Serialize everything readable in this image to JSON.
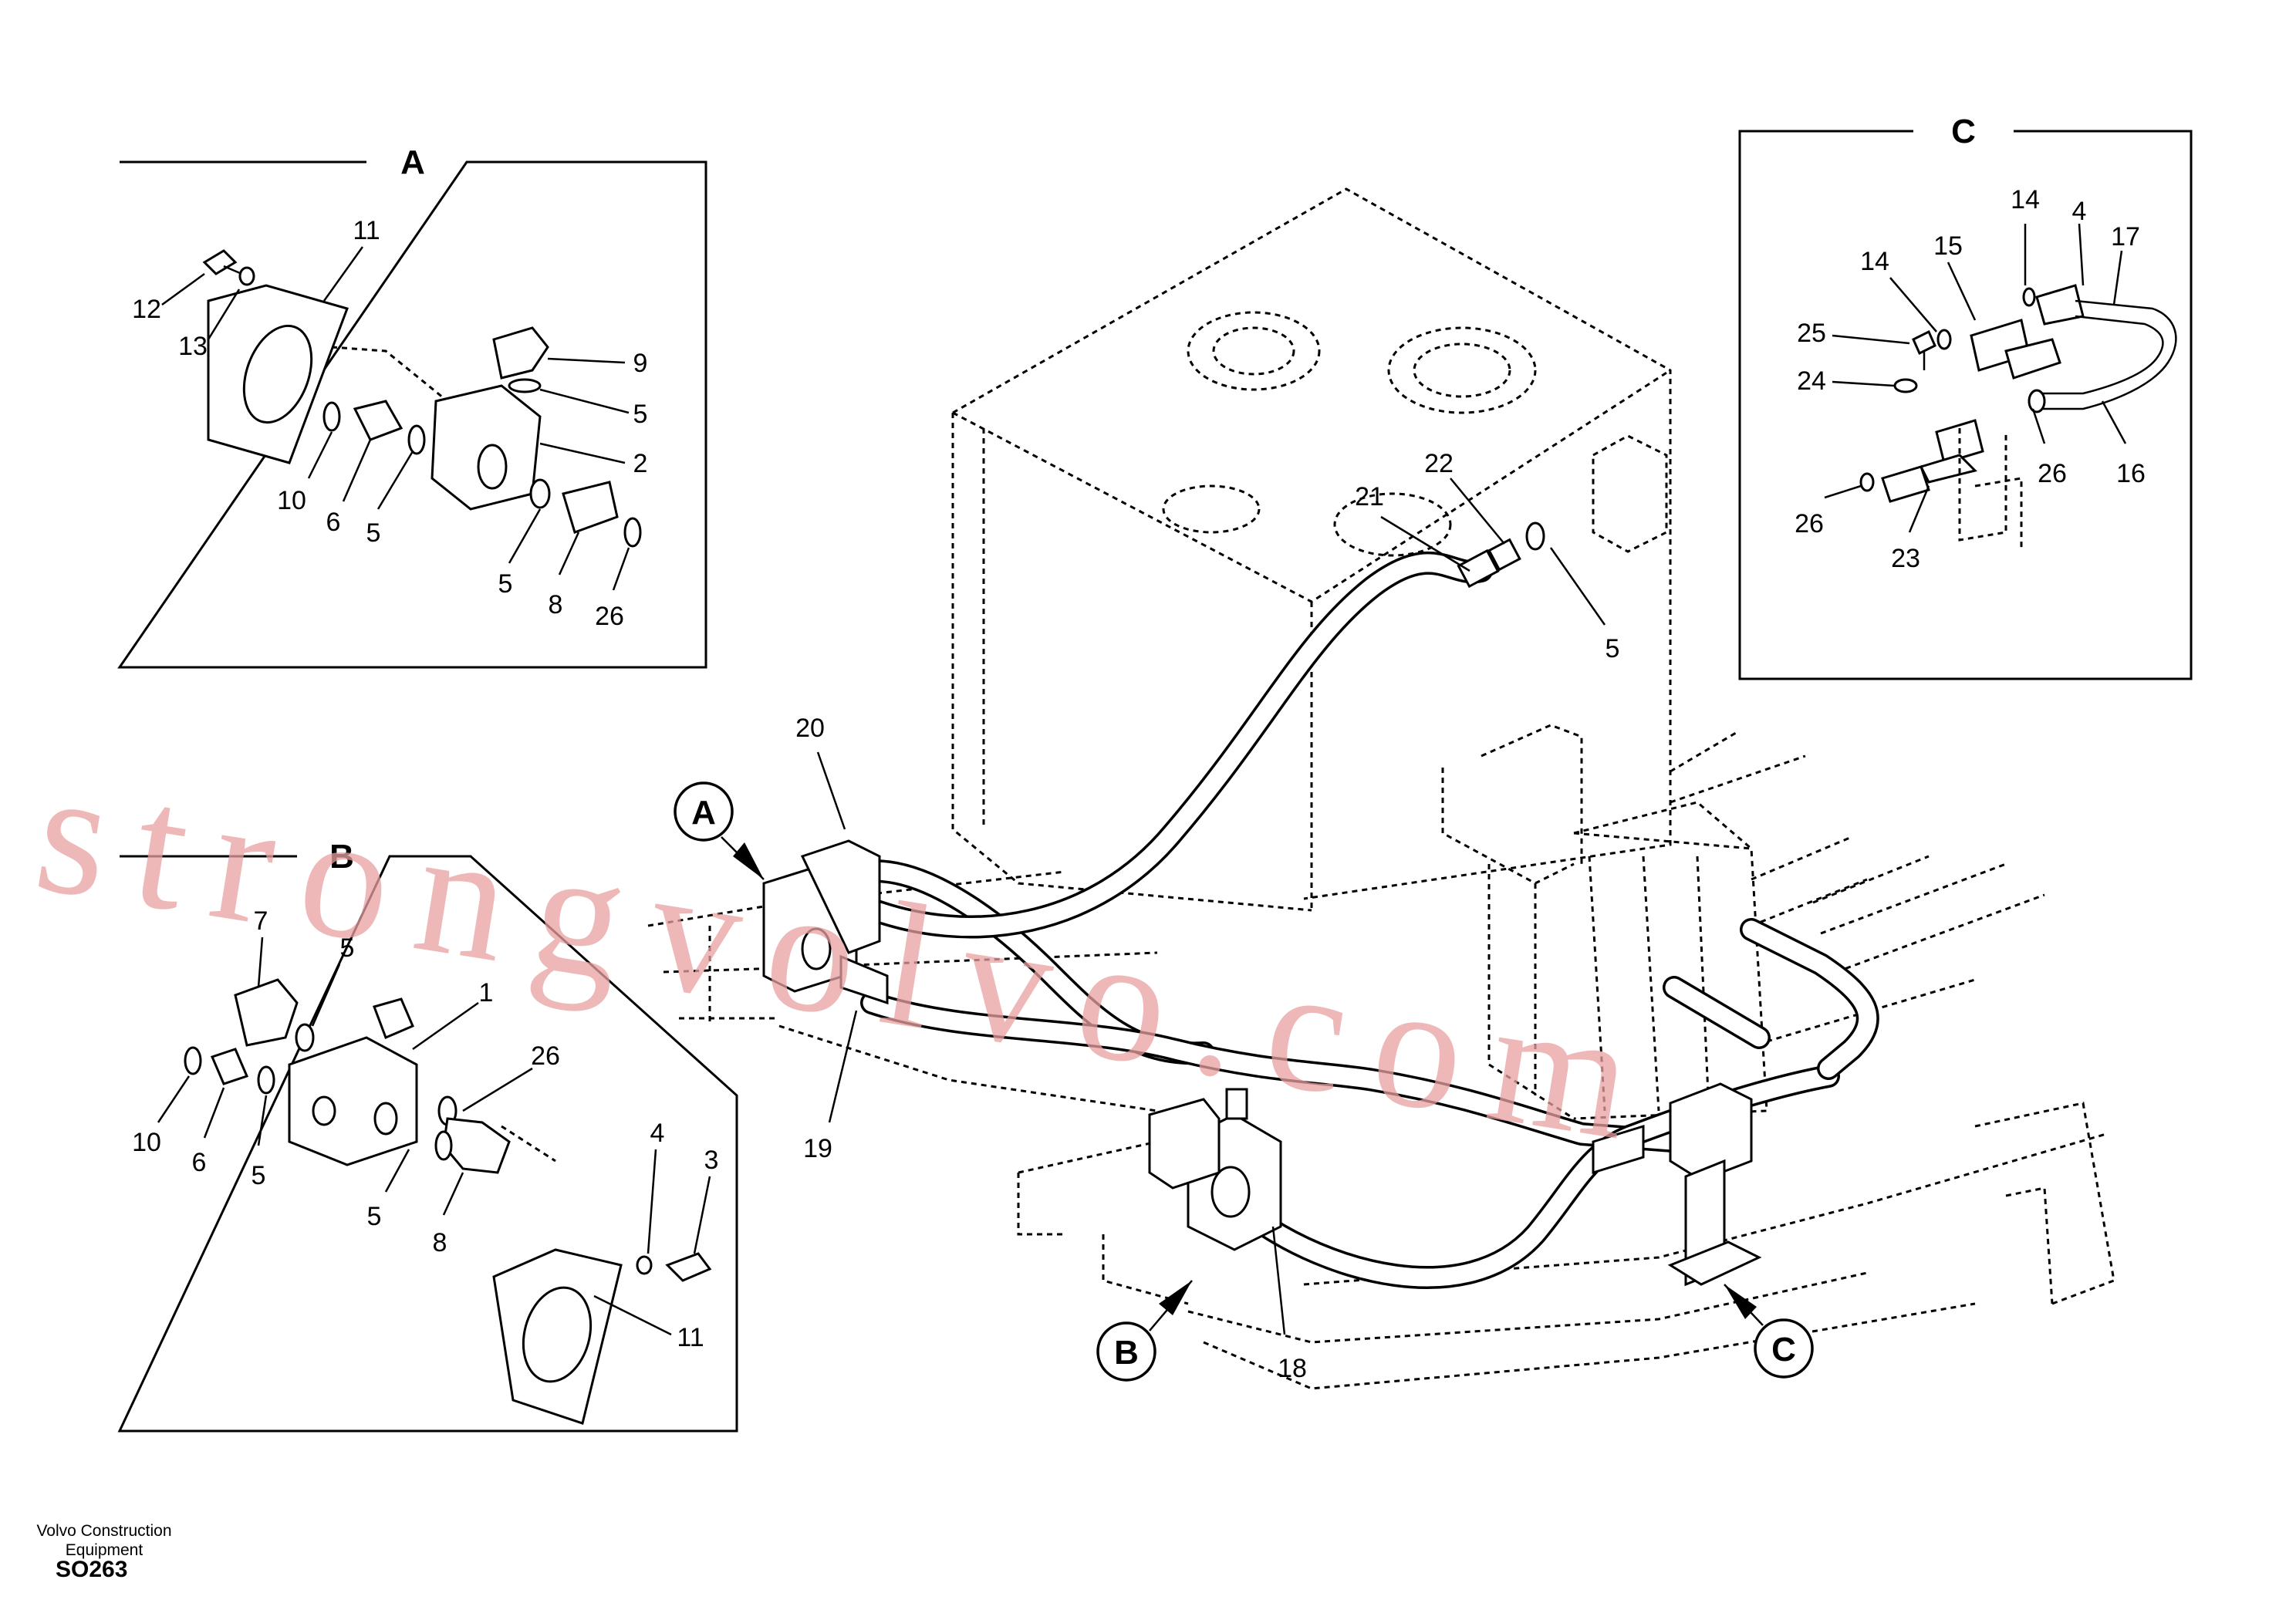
{
  "detail_views": {
    "A": {
      "title": "A",
      "callouts": [
        "11",
        "12",
        "13",
        "9",
        "5",
        "2",
        "10",
        "6",
        "5",
        "5",
        "8",
        "26"
      ]
    },
    "B": {
      "title": "B",
      "callouts": [
        "7",
        "5",
        "1",
        "26",
        "10",
        "6",
        "5",
        "5",
        "8",
        "4",
        "3",
        "11"
      ]
    },
    "C": {
      "title": "C",
      "callouts": [
        "14",
        "4",
        "17",
        "14",
        "15",
        "25",
        "24",
        "26",
        "16",
        "26",
        "23"
      ]
    }
  },
  "main_callouts": [
    "20",
    "21",
    "22",
    "5",
    "19",
    "18"
  ],
  "circle_markers": [
    "A",
    "B",
    "C"
  ],
  "watermark": "strongvolvo.com",
  "footer": {
    "company_line1": "Volvo Construction",
    "company_line2": "Equipment",
    "code": "SO263"
  }
}
